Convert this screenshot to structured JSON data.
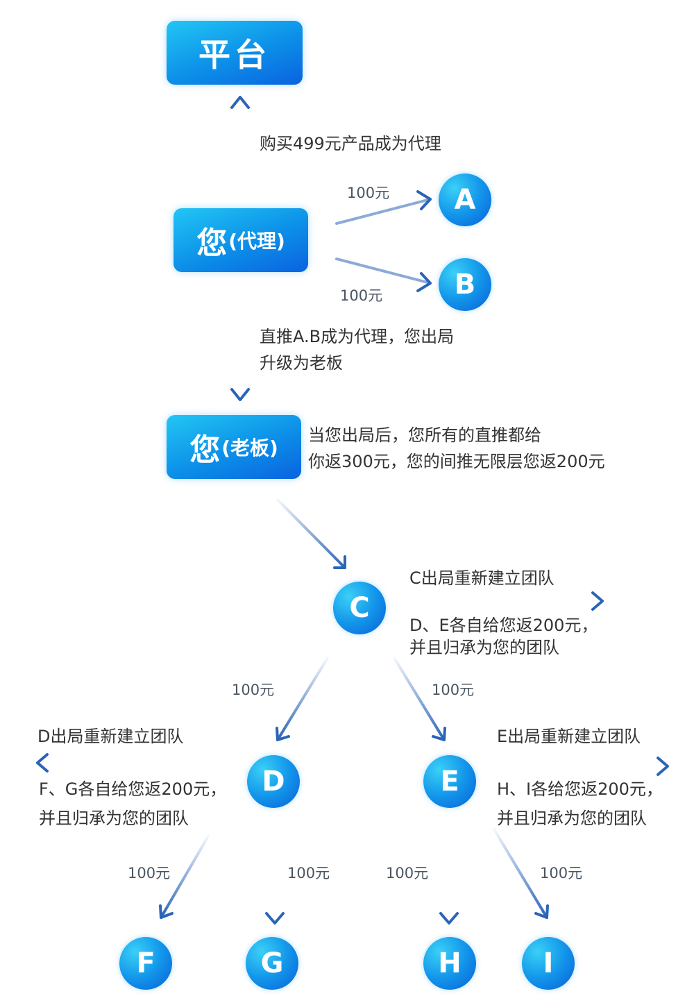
{
  "colors": {
    "node_blue": "#0c8fe8",
    "node_cyan": "#22c6f4",
    "arrow_blue": "#2a64b8",
    "text": "#333333"
  },
  "nodes": {
    "platform": "平台",
    "agent": {
      "main": "您",
      "sub": "(代理)"
    },
    "boss": {
      "main": "您",
      "sub": "(老板)"
    },
    "A": "A",
    "B": "B",
    "C": "C",
    "D": "D",
    "E": "E",
    "F": "F",
    "G": "G",
    "H": "H",
    "I": "I"
  },
  "labels": {
    "buy": "购买499元产品成为代理",
    "upgrade_line1": "直推A.B成为代理，您出局",
    "upgrade_line2": "升级为老板",
    "boss_line1": "当您出局后，您所有的直推都给",
    "boss_line2": "你返300元，您的间推无限层您返200元",
    "c_exit": "C出局重新建立团队",
    "c_return_line1": "D、E各自给您返200元，",
    "c_return_line2": "并且归承为您的团队",
    "d_exit": "D出局重新建立团队",
    "d_return_line1": "F、G各自给您返200元，",
    "d_return_line2": "并且归承为您的团队",
    "e_exit": "E出局重新建立团队",
    "e_return_line1": "H、I各给您返200元，",
    "e_return_line2": "并且归承为您的团队"
  },
  "amounts": {
    "to_A": "100元",
    "to_B": "100元",
    "to_D": "100元",
    "to_E": "100元",
    "to_F": "100元",
    "to_G": "100元",
    "to_H": "100元",
    "to_I": "100元"
  }
}
